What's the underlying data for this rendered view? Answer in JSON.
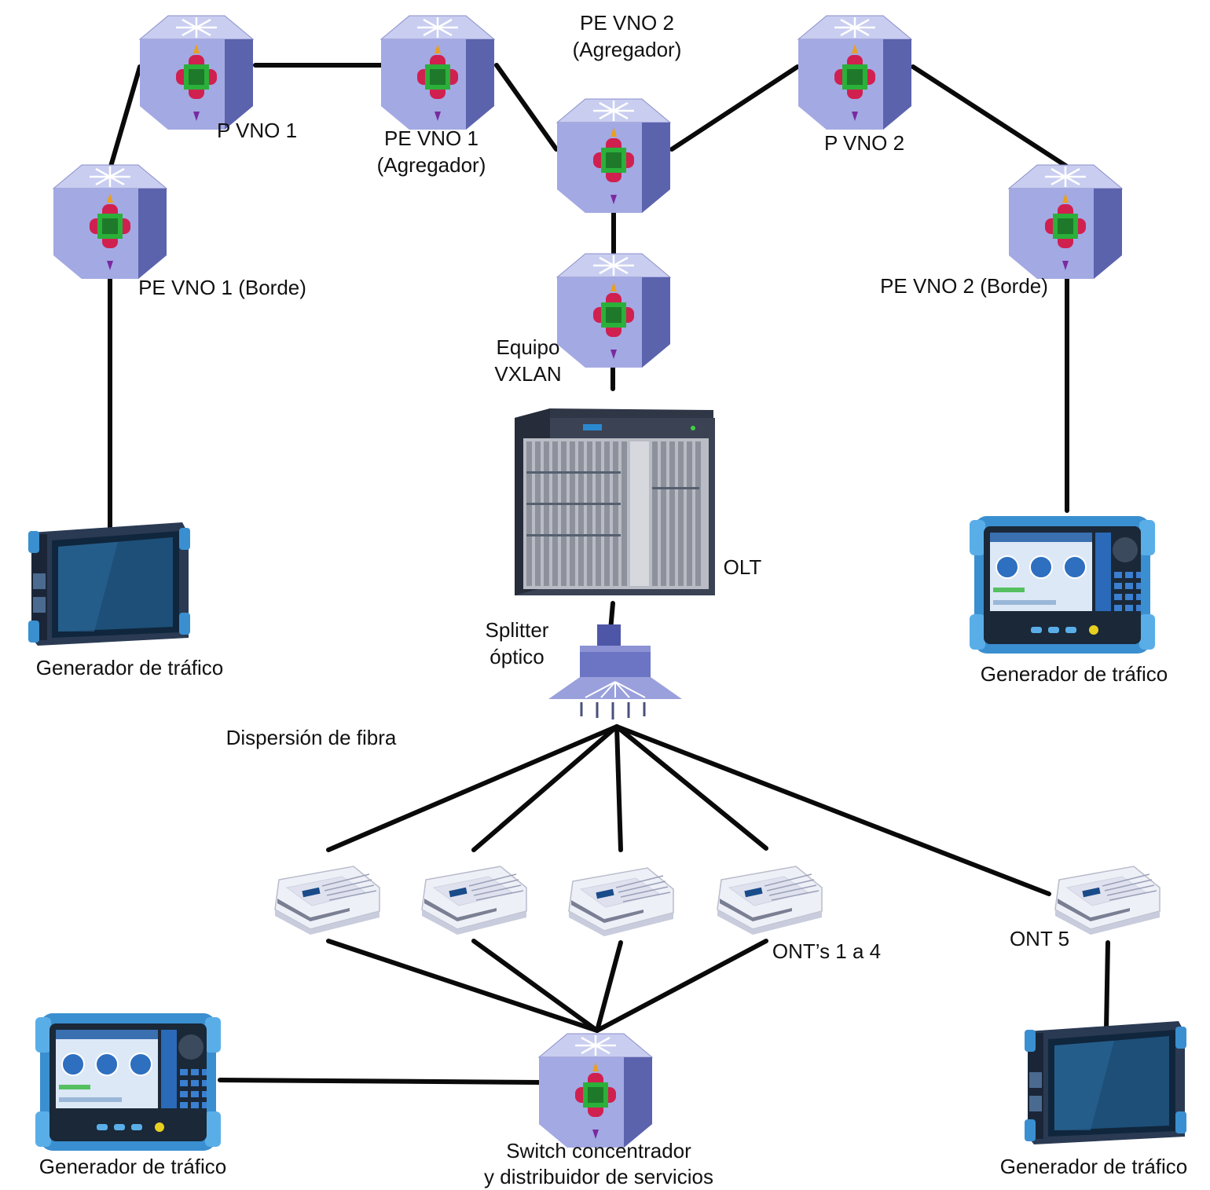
{
  "nodes": {
    "p_vno1": {
      "label": "P VNO 1"
    },
    "pe_vno1_agg": {
      "label_line1": "PE VNO 1",
      "label_line2": "(Agregador)"
    },
    "pe_vno2_agg": {
      "label_line1": "PE VNO 2",
      "label_line2": "(Agregador)"
    },
    "p_vno2": {
      "label": "P VNO 2"
    },
    "pe_vno1_edge": {
      "label": "PE VNO 1 (Borde)"
    },
    "pe_vno2_edge": {
      "label": "PE VNO 2 (Borde)"
    },
    "vxlan": {
      "label_line1": "Equipo",
      "label_line2": "VXLAN"
    },
    "olt": {
      "label": "OLT"
    },
    "splitter": {
      "label_line1": "Splitter",
      "label_line2": "óptico"
    },
    "fiber": {
      "label": "Dispersión de fibra"
    },
    "onts": {
      "label": "ONT’s 1 a 4"
    },
    "ont5": {
      "label": "ONT 5"
    },
    "switch": {
      "label_line1": "Switch concentrador",
      "label_line2": "y distribuidor de servicios"
    },
    "gen_left": {
      "label": "Generador de tráfico"
    },
    "gen_right": {
      "label": "Generador de tráfico"
    },
    "gen_bottom_left": {
      "label": "Generador de tráfico"
    },
    "gen_bottom_right": {
      "label": "Generador de tráfico"
    }
  },
  "colors": {
    "router_top": "#c9cdf0",
    "router_side": "#6870b8",
    "router_front": "#a3a9e3",
    "link": "#0a0a0a",
    "device_blue": "#3a8fd0",
    "screen_blue": "#1a5c9a"
  }
}
